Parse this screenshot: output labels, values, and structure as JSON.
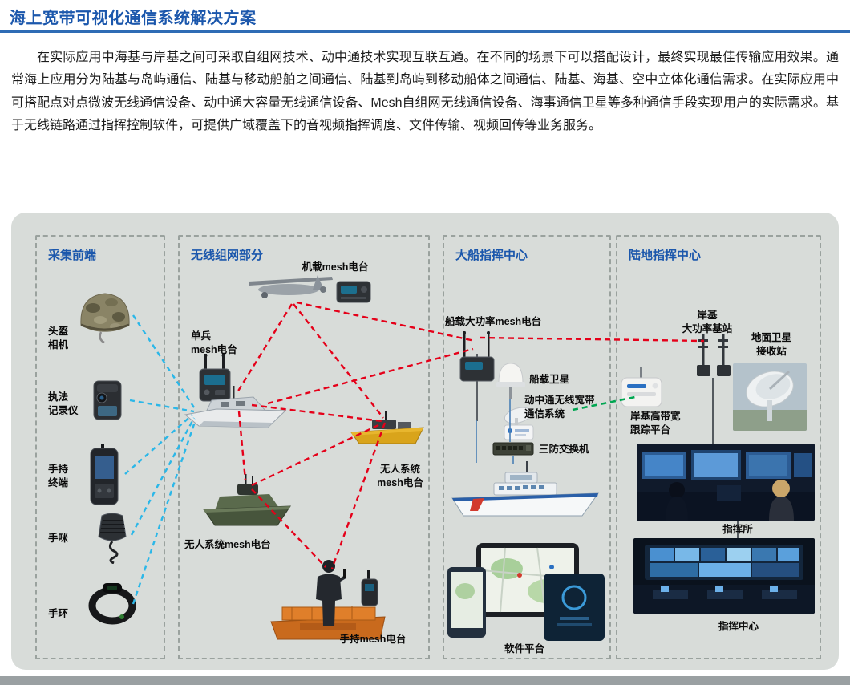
{
  "page": {
    "title": "海上宽带可视化通信系统解决方案",
    "intro": "在实际应用中海基与岸基之间可采取自组网技术、动中通技术实现互联互通。在不同的场景下可以搭配设计，最终实现最佳传输应用效果。通常海上应用分为陆基与岛屿通信、陆基与移动船舶之间通信、陆基到岛屿到移动船体之间通信、陆基、海基、空中立体化通信需求。在实际应用中可搭配点对点微波无线通信设备、动中通大容量无线通信设备、Mesh自组网无线通信设备、海事通信卫星等多种通信手段实现用户的实际需求。基于无线链路通过指挥控制软件，可提供广域覆盖下的音视频指挥调度、文件传输、视频回传等业务服务。"
  },
  "colors": {
    "title_blue": "#1b57ac",
    "divider_blue": "#2e6cb5",
    "panel_bg": "#d8dcd9",
    "dashed_border": "#9aa29e",
    "mesh_link_red": "#e50019",
    "collect_link_cyan": "#2bb7e8",
    "backhaul_link_green": "#00a651"
  },
  "panels": {
    "collection": {
      "title": "采集前端",
      "items": [
        {
          "label": "头盔\n相机"
        },
        {
          "label": "执法\n记录仪"
        },
        {
          "label": "手持\n终端"
        },
        {
          "label": "手咪"
        },
        {
          "label": "手环"
        }
      ]
    },
    "mesh": {
      "title": "无线组网部分",
      "airborne_label": "机载mesh电台",
      "soldier_label": "单兵\nmesh电台",
      "usv_right_label": "无人系统\nmesh电台",
      "usv_left_label": "无人系统mesh电台",
      "handheld_label": "手持mesh电台"
    },
    "ship": {
      "title": "大船指挥中心",
      "radio_label": "船载大功率mesh电台",
      "satellite_label": "船载卫星",
      "satcom_label": "动中通无线宽带\n通信系统",
      "switch_label": "三防交换机",
      "software_label": "软件平台"
    },
    "land": {
      "title": "陆地指挥中心",
      "base_station_label": "岸基\n大功率基站",
      "ground_station_label": "地面卫星\n接收站",
      "tracking_label": "岸基高带宽\n跟踪平台",
      "command_post_label": "指挥所",
      "command_center_label": "指挥中心"
    }
  }
}
